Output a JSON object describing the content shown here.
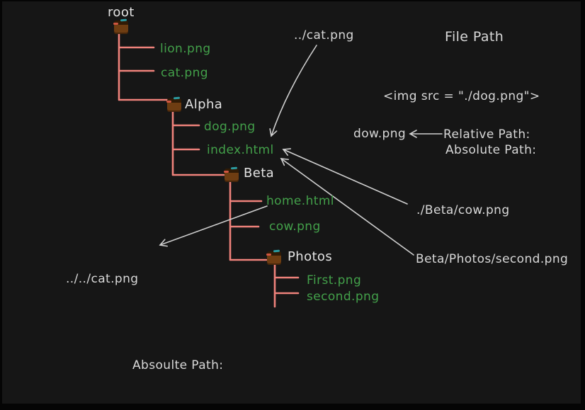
{
  "diagram": {
    "title": "File Path",
    "tree": {
      "root": "root",
      "lion": "lion.png",
      "cat": "cat.png",
      "alpha": "Alpha",
      "dog": "dog.png",
      "index": "index.html",
      "beta": "Beta",
      "home": "home.html",
      "cow": "cow.png",
      "photos": "Photos",
      "first": "First.png",
      "second": "second.png"
    },
    "annotations": {
      "relative_cat": "../cat.png",
      "img_tag": "<img src = \"./dog.png\">",
      "dow": "dow.png",
      "relative_path_label": "Relative Path:",
      "absolute_path_label": "Absolute Path:",
      "beta_cow": "./Beta/cow.png",
      "beta_photos_second": "Beta/Photos/second.png",
      "up_two_cat": "../../cat.png",
      "absoulte_path_label": "Absoulte Path:"
    },
    "arrows": [
      {
        "from": "../cat.png",
        "to": "index.html"
      },
      {
        "from": "./Beta/cow.png",
        "to": "index.html"
      },
      {
        "from": "Beta/Photos/second.png",
        "to": "index.html"
      },
      {
        "from": "home.html",
        "to": "../../cat.png"
      },
      {
        "from": "Relative Path:",
        "to": "dow.png"
      }
    ],
    "colors": {
      "background": "#161616",
      "tree_line": "#ef827b",
      "file_name_text": "#43a04a",
      "folder_label_text": "#e3e3e3",
      "annotation_text": "#d8d8d8",
      "arrow": "#cfcfcf",
      "folder_body": "#6e3d12",
      "folder_top": "#301b06",
      "folder_dash_teal": "#2b9aa0",
      "folder_dash_red": "#cf5540"
    }
  }
}
